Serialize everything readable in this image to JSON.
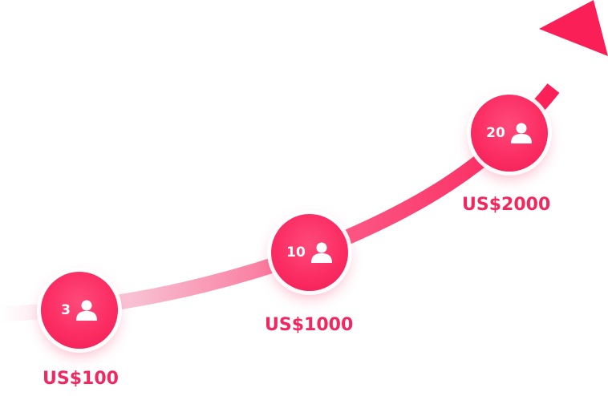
{
  "accent_color": "#fb2d63",
  "milestones": [
    {
      "count": "3",
      "price": "US$100",
      "icon": "user-icon"
    },
    {
      "count": "10",
      "price": "US$1000",
      "icon": "user-icon"
    },
    {
      "count": "20",
      "price": "US$2000",
      "icon": "user-icon"
    }
  ],
  "arrow_icon": "arrow-up-right-icon"
}
